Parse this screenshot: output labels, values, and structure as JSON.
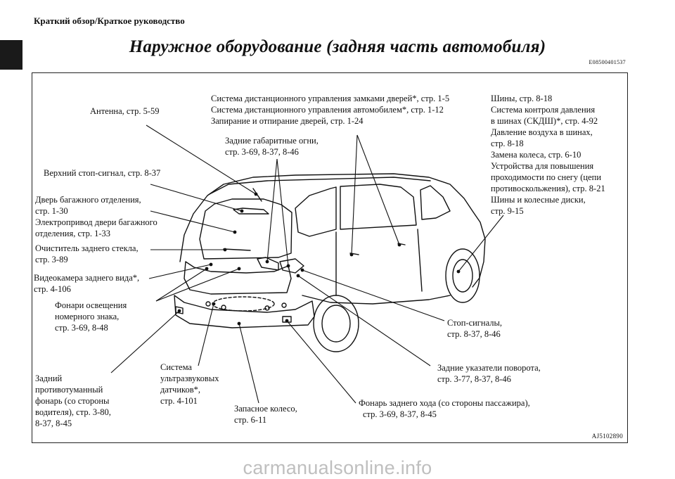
{
  "header": {
    "breadcrumb": "Краткий обзор/Краткое руководство"
  },
  "page": {
    "title": "Наружное оборудование (задняя часть автомобиля)",
    "section_code": "E08500401537"
  },
  "figure": {
    "code": "AJ5102890"
  },
  "labels": {
    "antenna": "Антенна, стр. 5-59",
    "keyless_1": "Система дистанционного управления замками дверей*, стр. 1-5",
    "keyless_2": "Система дистанционного управления автомобилем*, стр. 1-12",
    "keyless_3": "Запирание и отпирание дверей, стр. 1-24",
    "tires_1": "Шины, стр. 8-18",
    "tires_2": "Система контроля давления",
    "tires_3": "в шинах (СКДШ)*, стр. 4-92",
    "tires_4": "Давление воздуха в шинах,",
    "tires_5": "стр. 8-18",
    "tires_6": "Замена колеса, стр. 6-10",
    "tires_7": "Устройства для повышения",
    "tires_8": "проходимости по снегу (цепи",
    "tires_9": "противоскольжения), стр. 8-21",
    "tires_10": "Шины и колесные диски,",
    "tires_11": "стр. 9-15",
    "taillights_1": "Задние габаритные огни,",
    "taillights_2": "стр. 3-69, 8-37, 8-46",
    "brake_high": "Верхний стоп-сигнал, стр. 8-37",
    "tailgate_1": "Дверь багажного отделения,",
    "tailgate_2": "стр. 1-30",
    "tailgate_3": "Электропривод двери багажного",
    "tailgate_4": "отделения, стр. 1-33",
    "wiper_1": "Очиститель заднего стекла,",
    "wiper_2": "стр. 3-89",
    "camera_1": "Видеокамера заднего вида*,",
    "camera_2": "стр. 4-106",
    "plate_1": "Фонари освещения",
    "plate_2": "номерного знака,",
    "plate_3": "стр. 3-69, 8-48",
    "brake_1": "Стоп-сигналы,",
    "brake_2": "стр. 8-37, 8-46",
    "turn_1": "Задние указатели поворота,",
    "turn_2": "стр. 3-77, 8-37, 8-46",
    "fog_1": "Задний",
    "fog_2": "противотуманный",
    "fog_3": "фонарь (со стороны",
    "fog_4": "водителя), стр. 3-80,",
    "fog_5": "8-37, 8-45",
    "sonar_1": "Система",
    "sonar_2": "ультразвуковых",
    "sonar_3": "датчиков*,",
    "sonar_4": "стр. 4-101",
    "spare_1": "Запасное колесо,",
    "spare_2": "стр. 6-11",
    "reverse_1": "Фонарь заднего хода (со стороны пассажира),",
    "reverse_2": "стр. 3-69, 8-37, 8-45"
  },
  "watermark": "carmanualsonline.info"
}
